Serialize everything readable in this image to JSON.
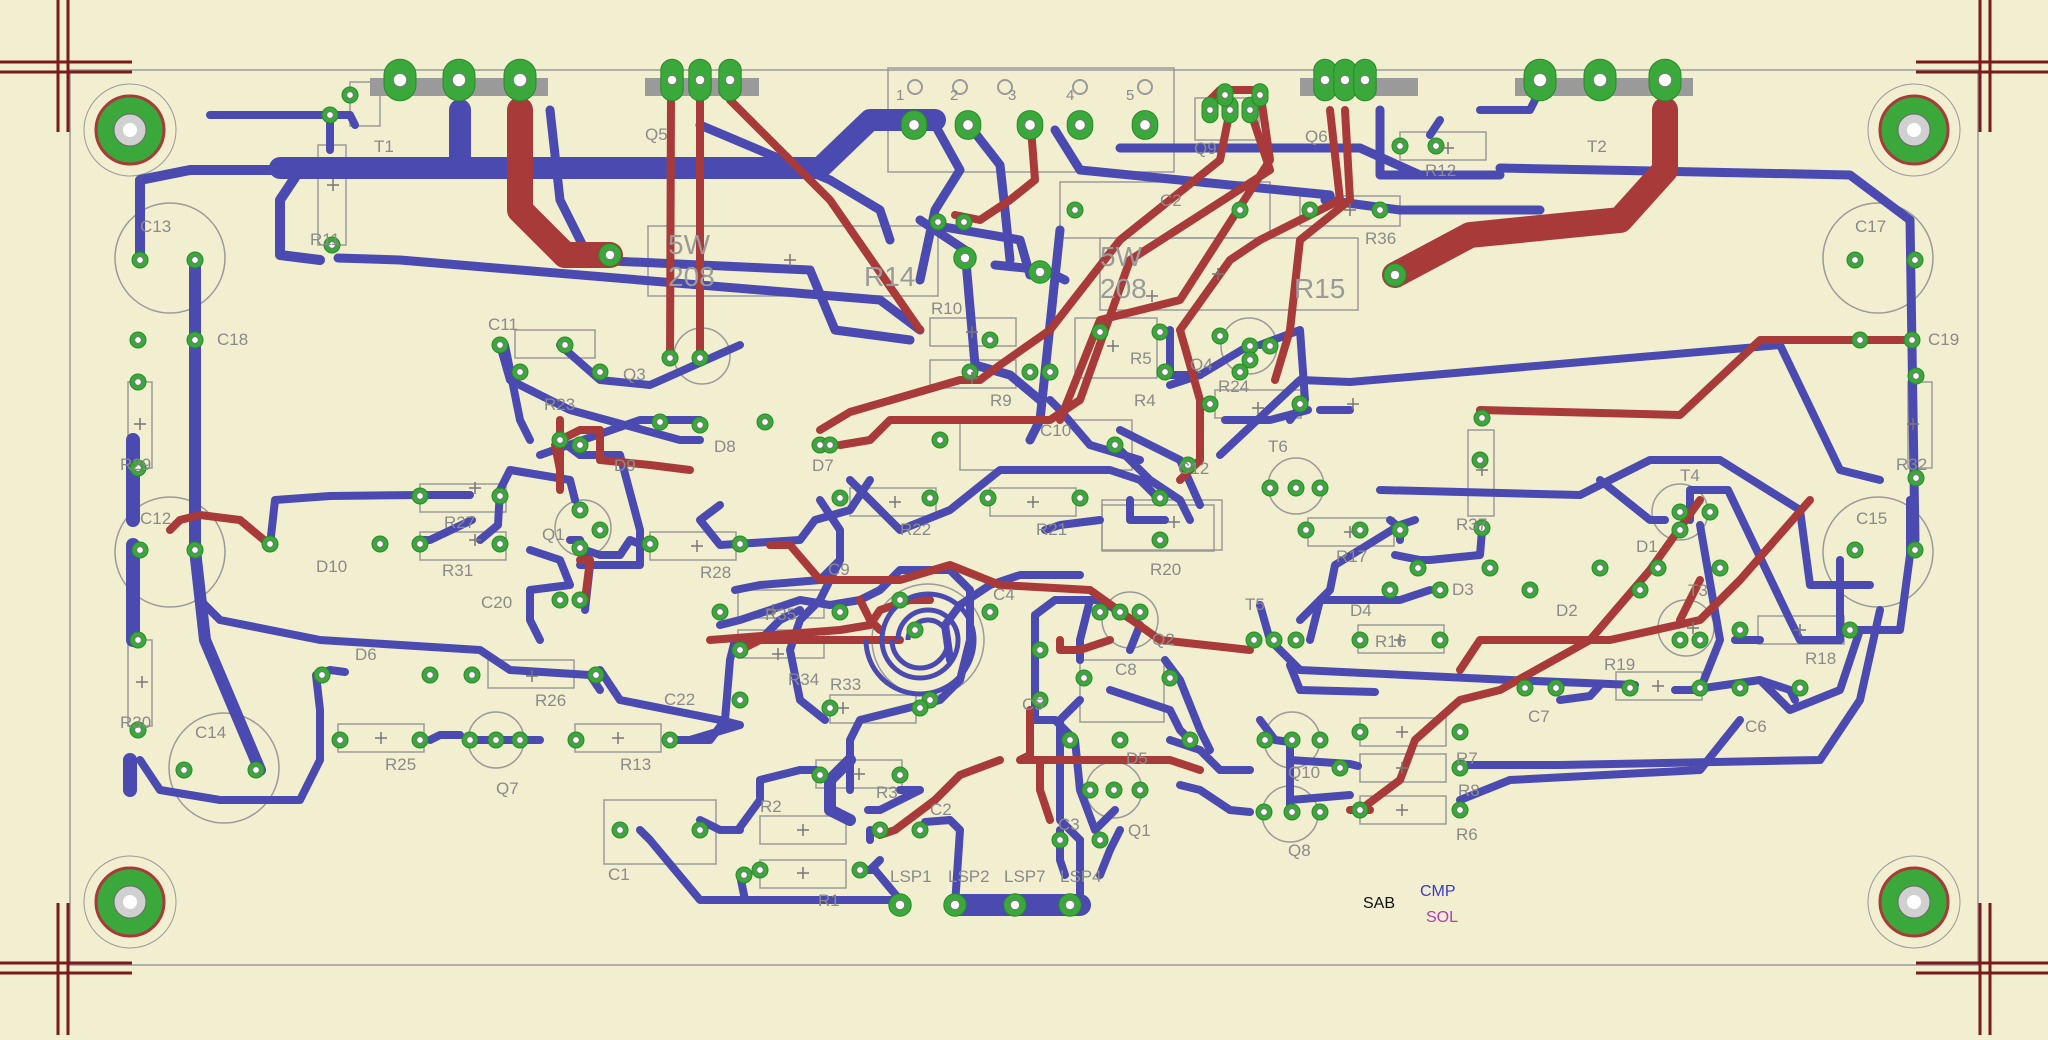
{
  "board": {
    "colors": {
      "background": "#f2eed0",
      "top_copper": "#4a4ab0",
      "bottom_copper": "#a83a3a",
      "pad": "#3aa83a",
      "silk": "#a0a0a0",
      "crop_mark": "#7a1a1a"
    }
  },
  "components": [
    {
      "id": "c-t1",
      "label": "T1"
    },
    {
      "id": "c-q5",
      "label": "Q5"
    },
    {
      "id": "c-q6",
      "label": "Q6"
    },
    {
      "id": "c-t2",
      "label": "T2"
    },
    {
      "id": "c-r12",
      "label": "R12"
    },
    {
      "id": "c-r36",
      "label": "R36"
    },
    {
      "id": "c-c2",
      "label": "C2"
    },
    {
      "id": "c-q9",
      "label": "Q9"
    },
    {
      "id": "c-r11",
      "label": "R11"
    },
    {
      "id": "c-c13",
      "label": "C13"
    },
    {
      "id": "c-c17",
      "label": "C17"
    },
    {
      "id": "c-c18",
      "label": "C18"
    },
    {
      "id": "c-c19",
      "label": "C19"
    },
    {
      "id": "c-c11",
      "label": "C11"
    },
    {
      "id": "c-q3",
      "label": "Q3"
    },
    {
      "id": "c-r23",
      "label": "R23"
    },
    {
      "id": "c-r10",
      "label": "R10"
    },
    {
      "id": "c-r9",
      "label": "R9"
    },
    {
      "id": "c-r5",
      "label": "R5"
    },
    {
      "id": "c-r4",
      "label": "R4"
    },
    {
      "id": "c-q4",
      "label": "Q4"
    },
    {
      "id": "c-r24",
      "label": "R24"
    },
    {
      "id": "c-r29",
      "label": "R29"
    },
    {
      "id": "c-r32",
      "label": "R32"
    },
    {
      "id": "c-d9",
      "label": "D9"
    },
    {
      "id": "c-d8",
      "label": "D8"
    },
    {
      "id": "c-d7",
      "label": "D7"
    },
    {
      "id": "c-c10",
      "label": "C10"
    },
    {
      "id": "c-c12",
      "label": "C12"
    },
    {
      "id": "c-t6",
      "label": "T6"
    },
    {
      "id": "c-r37",
      "label": "R37"
    },
    {
      "id": "c-t4",
      "label": "T4"
    },
    {
      "id": "c-c12b",
      "label": "C12"
    },
    {
      "id": "c-r27",
      "label": "R27"
    },
    {
      "id": "c-r31",
      "label": "R31"
    },
    {
      "id": "c-q1b",
      "label": "Q1"
    },
    {
      "id": "c-d10",
      "label": "D10"
    },
    {
      "id": "c-r22",
      "label": "R22"
    },
    {
      "id": "c-r21",
      "label": "R21"
    },
    {
      "id": "c-r20",
      "label": "R20"
    },
    {
      "id": "c-r17",
      "label": "R17"
    },
    {
      "id": "c-d1",
      "label": "D1"
    },
    {
      "id": "c-c15",
      "label": "C15"
    },
    {
      "id": "c-r28",
      "label": "R28"
    },
    {
      "id": "c-c9",
      "label": "C9"
    },
    {
      "id": "c-c20",
      "label": "C20"
    },
    {
      "id": "c-d4",
      "label": "D4"
    },
    {
      "id": "c-d3",
      "label": "D3"
    },
    {
      "id": "c-d2",
      "label": "D2"
    },
    {
      "id": "c-t3",
      "label": "T3"
    },
    {
      "id": "c-r35",
      "label": "R35"
    },
    {
      "id": "c-c4",
      "label": "C4"
    },
    {
      "id": "c-q2",
      "label": "Q2"
    },
    {
      "id": "c-t5",
      "label": "T5"
    },
    {
      "id": "c-r16",
      "label": "R16"
    },
    {
      "id": "c-r18",
      "label": "R18"
    },
    {
      "id": "c-d6",
      "label": "D6"
    },
    {
      "id": "c-r34",
      "label": "R34"
    },
    {
      "id": "c-r33",
      "label": "R33"
    },
    {
      "id": "c-c8",
      "label": "C8"
    },
    {
      "id": "c-r19",
      "label": "R19"
    },
    {
      "id": "c-r30",
      "label": "R30"
    },
    {
      "id": "c-r26",
      "label": "R26"
    },
    {
      "id": "c-c22",
      "label": "C22"
    },
    {
      "id": "c-c5",
      "label": "C5"
    },
    {
      "id": "c-d5",
      "label": "D5"
    },
    {
      "id": "c-c7",
      "label": "C7"
    },
    {
      "id": "c-c6",
      "label": "C6"
    },
    {
      "id": "c-c14",
      "label": "C14"
    },
    {
      "id": "c-r25",
      "label": "R25"
    },
    {
      "id": "c-q7",
      "label": "Q7"
    },
    {
      "id": "c-r13",
      "label": "R13"
    },
    {
      "id": "c-q10",
      "label": "Q10"
    },
    {
      "id": "c-r7",
      "label": "R7"
    },
    {
      "id": "c-r3",
      "label": "R3"
    },
    {
      "id": "c-r8",
      "label": "R8"
    },
    {
      "id": "c-r2",
      "label": "R2"
    },
    {
      "id": "c-c2b",
      "label": "C2"
    },
    {
      "id": "c-c3",
      "label": "C3"
    },
    {
      "id": "c-q1",
      "label": "Q1"
    },
    {
      "id": "c-q8",
      "label": "Q8"
    },
    {
      "id": "c-r6",
      "label": "R6"
    },
    {
      "id": "c-c1",
      "label": "C1"
    },
    {
      "id": "c-r1",
      "label": "R1"
    },
    {
      "id": "c-lsp1",
      "label": "LSP1"
    },
    {
      "id": "c-lsp2",
      "label": "LSP2"
    },
    {
      "id": "c-lsp7",
      "label": "LSP7"
    },
    {
      "id": "c-lsp4",
      "label": "LSP4"
    },
    {
      "id": "c-r14",
      "label": "R14"
    },
    {
      "id": "c-r15",
      "label": "R15"
    }
  ],
  "power_resistors": [
    {
      "id": "r14",
      "lines": [
        "5W",
        "208"
      ],
      "label": "R14"
    },
    {
      "id": "r15",
      "lines": [
        "5W",
        "208"
      ],
      "label": "R15"
    }
  ],
  "connector_pins": [
    "1",
    "2",
    "3",
    "4",
    "5"
  ],
  "legend": {
    "sab": {
      "text": "SAB",
      "color": "#111111"
    },
    "cmp": {
      "text": "CMP",
      "color": "#3a3ac8"
    },
    "sol": {
      "text": "SOL",
      "color": "#b040b0"
    }
  }
}
